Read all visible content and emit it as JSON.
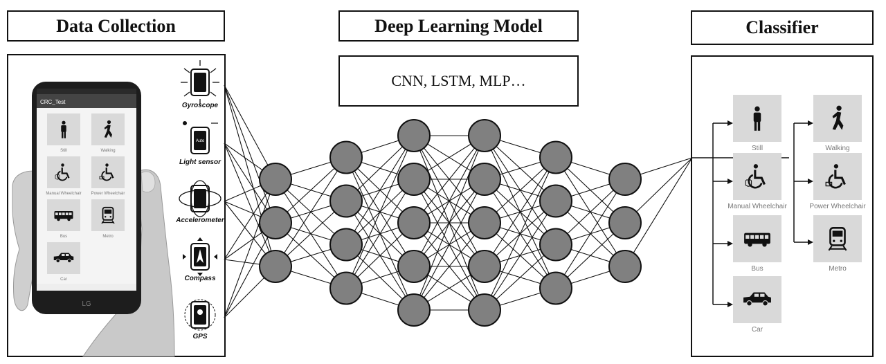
{
  "headers": {
    "data_collection": "Data Collection",
    "deep_learning_model": "Deep Learning Model",
    "classifier": "Classifier"
  },
  "model_box": "CNN, LSTM, MLP…",
  "phone": {
    "app_title": "CRC_Test",
    "brand": "LG",
    "tiles": [
      "Still",
      "Walking",
      "Manual Wheelchair",
      "Power Wheelchair",
      "Bus",
      "Metro",
      "Car"
    ],
    "icons": [
      "standing-person-icon",
      "walking-person-icon",
      "manual-wheelchair-icon",
      "power-wheelchair-icon",
      "bus-icon",
      "metro-icon",
      "car-icon"
    ]
  },
  "sensors": [
    "Gyroscope",
    "Light sensor",
    "Accelerometer",
    "Compass",
    "GPS"
  ],
  "network": {
    "layers": [
      3,
      4,
      5,
      5,
      4,
      3
    ]
  },
  "classifier_outputs": {
    "left_column": [
      "Still",
      "Manual Wheelchair",
      "Bus",
      "Car"
    ],
    "right_column": [
      "Walking",
      "Power Wheelchair",
      "Metro"
    ]
  }
}
